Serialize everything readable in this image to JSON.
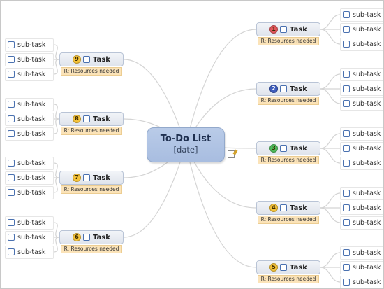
{
  "colors": {
    "center_fill": "#b0c4e4",
    "connector": "#d4d4d4",
    "resource_fill": "#fbe3b8",
    "checkbox_border": "#4a71b0"
  },
  "central": {
    "title": "To-Do List",
    "subtitle": "[date]"
  },
  "subtask_label": "sub-task",
  "tasks": [
    {
      "priority": "1",
      "priority_color": "#e2575b",
      "label": "Task",
      "resources": "R: Resources needed",
      "subtasks": [
        "sub-task",
        "sub-task",
        "sub-task"
      ]
    },
    {
      "priority": "2",
      "priority_color": "#3e5dbd",
      "label": "Task",
      "resources": "R: Resources needed",
      "subtasks": [
        "sub-task",
        "sub-task",
        "sub-task"
      ]
    },
    {
      "priority": "3",
      "priority_color": "#4fbd5c",
      "label": "Task",
      "resources": "R: Resources needed",
      "subtasks": [
        "sub-task",
        "sub-task",
        "sub-task"
      ]
    },
    {
      "priority": "4",
      "priority_color": "#f5c33a",
      "label": "Task",
      "resources": "R: Resources needed",
      "subtasks": [
        "sub-task",
        "sub-task",
        "sub-task"
      ]
    },
    {
      "priority": "5",
      "priority_color": "#f5c33a",
      "label": "Task",
      "resources": "R: Resources needed",
      "subtasks": [
        "sub-task",
        "sub-task",
        "sub-task"
      ]
    },
    {
      "priority": "6",
      "priority_color": "#f5c33a",
      "label": "Task",
      "resources": "R: Resources needed",
      "subtasks": [
        "sub-task",
        "sub-task",
        "sub-task"
      ]
    },
    {
      "priority": "7",
      "priority_color": "#f5c33a",
      "label": "Task",
      "resources": "R: Resources needed",
      "subtasks": [
        "sub-task",
        "sub-task",
        "sub-task"
      ]
    },
    {
      "priority": "8",
      "priority_color": "#f5c33a",
      "label": "Task",
      "resources": "R: Resources needed",
      "subtasks": [
        "sub-task",
        "sub-task",
        "sub-task"
      ]
    },
    {
      "priority": "9",
      "priority_color": "#f5c33a",
      "label": "Task",
      "resources": "R: Resources needed",
      "subtasks": [
        "sub-task",
        "sub-task",
        "sub-task"
      ]
    }
  ]
}
